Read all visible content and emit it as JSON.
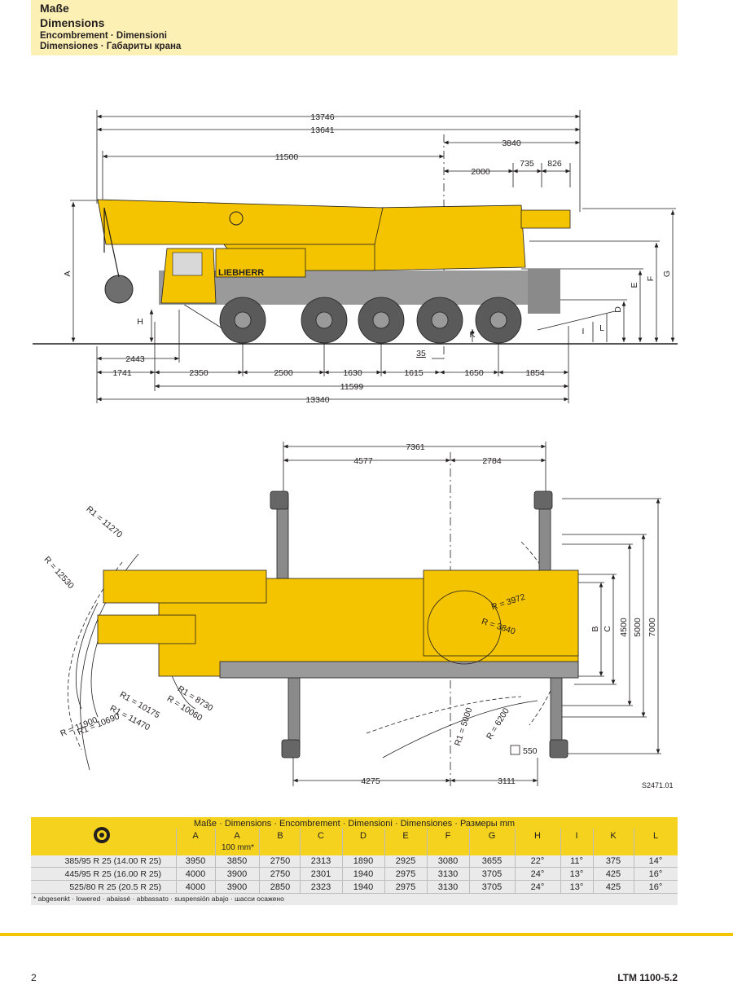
{
  "header": {
    "title_de": "Maße",
    "title_en": "Dimensions",
    "subtitle_fr_it": "Encombrement · Dimensioni",
    "subtitle_es_ru": "Dimensiones · Габариты крана"
  },
  "side_view": {
    "overall_length": "13746",
    "length_2": "13641",
    "boom_overhang": "11500",
    "rear_3840": "3840",
    "rear_2000": "2000",
    "rear_735": "735",
    "rear_826": "826",
    "brand": "LIEBHERR",
    "label_A": "A",
    "label_H": "H",
    "label_D": "D",
    "label_E": "E",
    "label_F": "F",
    "label_G": "G",
    "label_I": "I",
    "label_L": "L",
    "label_K": "K",
    "front_2443": "2443",
    "axle_offset": "35",
    "axles": [
      "1741",
      "2350",
      "2500",
      "1630",
      "1615",
      "1650",
      "1854"
    ],
    "length_11599": "11599",
    "length_13340": "13340"
  },
  "top_view": {
    "outrigger_span": "7361",
    "front_4577": "4577",
    "rear_2784": "2784",
    "bottom_4275": "4275",
    "bottom_3111": "3111",
    "r_12530": "R = 12530",
    "r1_11270": "R1 = 11270",
    "r1_10175": "R1 = 10175",
    "r1_11470": "R1 = 11470",
    "r1_10690": "R1 = 10690",
    "r_11900": "R = 11900",
    "r1_8730": "R1 = 8730",
    "r_10060": "R = 10060",
    "r_3972": "R = 3972",
    "r_3840": "R = 3840",
    "r1_5000": "R1 = 5000",
    "r_6200": "R = 6200",
    "pad_550": "550",
    "label_B": "B",
    "label_C": "C",
    "width_4500": "4500",
    "width_5000": "5000",
    "width_7000": "7000"
  },
  "drawing_code": "S2471.01",
  "table": {
    "title": "Maße · Dimensions · Encombrement · Dimensioni · Dimensiones · Размеры mm",
    "columns": [
      "A",
      "A",
      "B",
      "C",
      "D",
      "E",
      "F",
      "G",
      "H",
      "I",
      "K",
      "L"
    ],
    "column_A2_note": "100 mm*",
    "rows": [
      {
        "tyre": "385/95 R 25 (14.00 R 25)",
        "values": [
          "3950",
          "3850",
          "2750",
          "2313",
          "1890",
          "2925",
          "3080",
          "3655",
          "22°",
          "11°",
          "375",
          "14°"
        ]
      },
      {
        "tyre": "445/95 R 25 (16.00 R 25)",
        "values": [
          "4000",
          "3900",
          "2750",
          "2301",
          "1940",
          "2975",
          "3130",
          "3705",
          "24°",
          "13°",
          "425",
          "16°"
        ]
      },
      {
        "tyre": "525/80 R 25 (20.5   R 25)",
        "values": [
          "4000",
          "3900",
          "2850",
          "2323",
          "1940",
          "2975",
          "3130",
          "3705",
          "24°",
          "13°",
          "425",
          "16°"
        ]
      }
    ],
    "footnote": "* abgesenkt · lowered · abaissé · abbassato · suspensión abajo · шасси осажено"
  },
  "footer": {
    "page": "2",
    "model": "LTM 1100-5.2"
  }
}
